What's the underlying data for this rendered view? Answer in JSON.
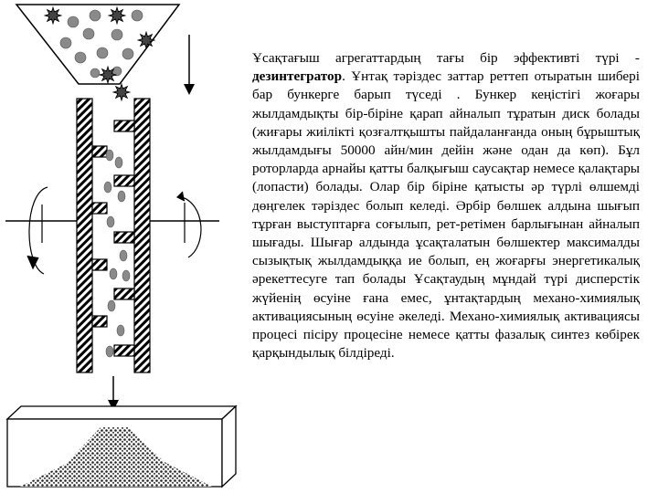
{
  "article": {
    "p1_start": "Ұсақтағыш агрегаттардың тағы бір эффективті түрі - ",
    "p1_term": "дезинтегратор",
    "p1_rest": ". Ұнтақ тәріздес заттар реттеп отыратын шибері бар бункерге барып түседі . Бункер кеңістігі жоғары жылдамдықты бір-біріне қарап айналып тұратын диск болады (жиғары жиілікті қозғалтқышты пайдаланғанда оның бұрыштық жылдамдығы 50000 айн/мин дейін және одан да көп). Бұл роторларда арнайы қатты балқығыш саусақтар немесе қалақтары (лопасти) болады. Олар бір біріне қатысты әр түрлі өлшемді дөңгелек тәріздес болып келеді. Әрбір бөлшек алдына шығып тұрған выступтарға соғылып, рет-ретімен барлығынан айналып шығады. Шығар алдында ұсақталатын бөлшектер максималды сызықтық жылдамдыққа ие болып, ең жоғарғы энергетикалық әрекеттесуге тап болады Ұсақтаудың мұндай түрі дисперстік жүйенің өсуіне ғана емес, ұнтақтардың механо-химиялық активациясының өсуіне әкеледі. Механо-химиялық активациясы процесі пісіру процесіне немесе қатты фазалық синтез көбірек қарқындылық білдіреді."
  },
  "diagram": {
    "hatch_color": "#000000",
    "particle_color": "#8a8a8a",
    "powder_color": "#3a3a3a"
  }
}
